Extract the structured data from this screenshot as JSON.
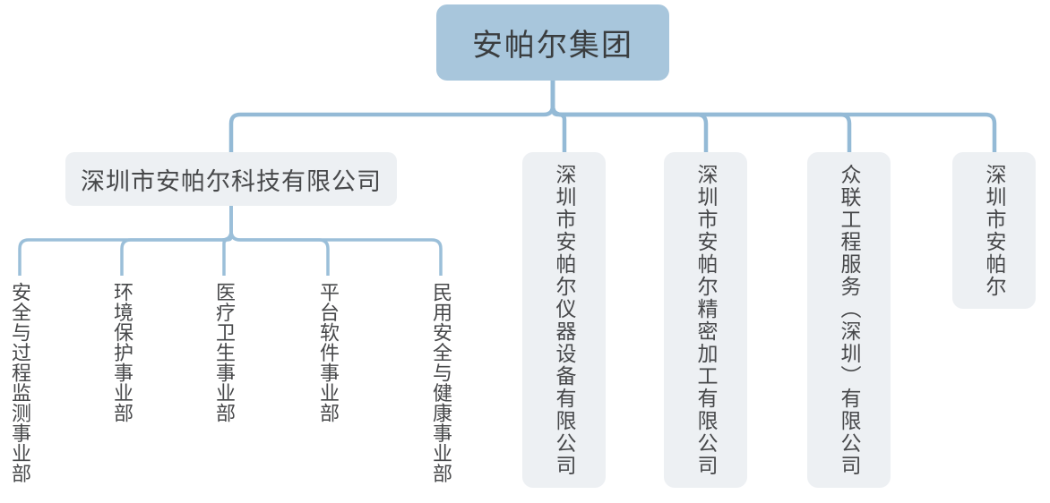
{
  "org_chart": {
    "root": {
      "label": "安帕尔集团"
    },
    "subsidiaries": [
      {
        "label": "深圳市安帕尔科技有限公司"
      },
      {
        "label": "深圳市安帕尔仪器设备有限公司"
      },
      {
        "label": "深圳市安帕尔精密加工有限公司"
      },
      {
        "label": "众联工程服务（深圳）有限公司"
      },
      {
        "label": "深圳市安帕尔"
      }
    ],
    "divisions": [
      {
        "label": "安全与过程监测事业部"
      },
      {
        "label": "环境保护事业部"
      },
      {
        "label": "医疗卫生事业部"
      },
      {
        "label": "平台软件事业部"
      },
      {
        "label": "民用安全与健康事业部"
      }
    ],
    "colors": {
      "root-box-fill": "#a8c6dc",
      "child-box-fill": "#edf0f3",
      "connector-l1": "#94bad6",
      "connector-l2": "#9bbfd9",
      "root-text": "#3a3d3f",
      "node-text": "#47484a",
      "canvas-bg": "#ffffff"
    }
  }
}
